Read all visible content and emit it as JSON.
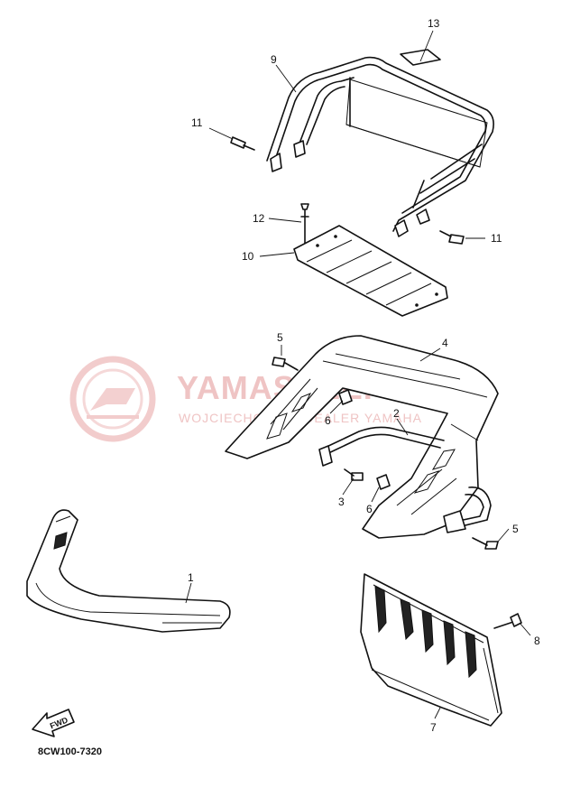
{
  "diagram": {
    "code": "8CW100-7320",
    "fwd_label": "FWD",
    "watermark": {
      "title": "YAMASKLEP.PL",
      "subtitle": "WOJCIECHOWICZ DEALER YAMAHA"
    },
    "callouts": {
      "c1": "1",
      "c2": "2",
      "c3": "3",
      "c4": "4",
      "c5a": "5",
      "c5b": "5",
      "c6a": "6",
      "c6b": "6",
      "c7": "7",
      "c8": "8",
      "c9": "9",
      "c10": "10",
      "c11a": "11",
      "c11b": "11",
      "c12": "12",
      "c13": "13"
    }
  }
}
